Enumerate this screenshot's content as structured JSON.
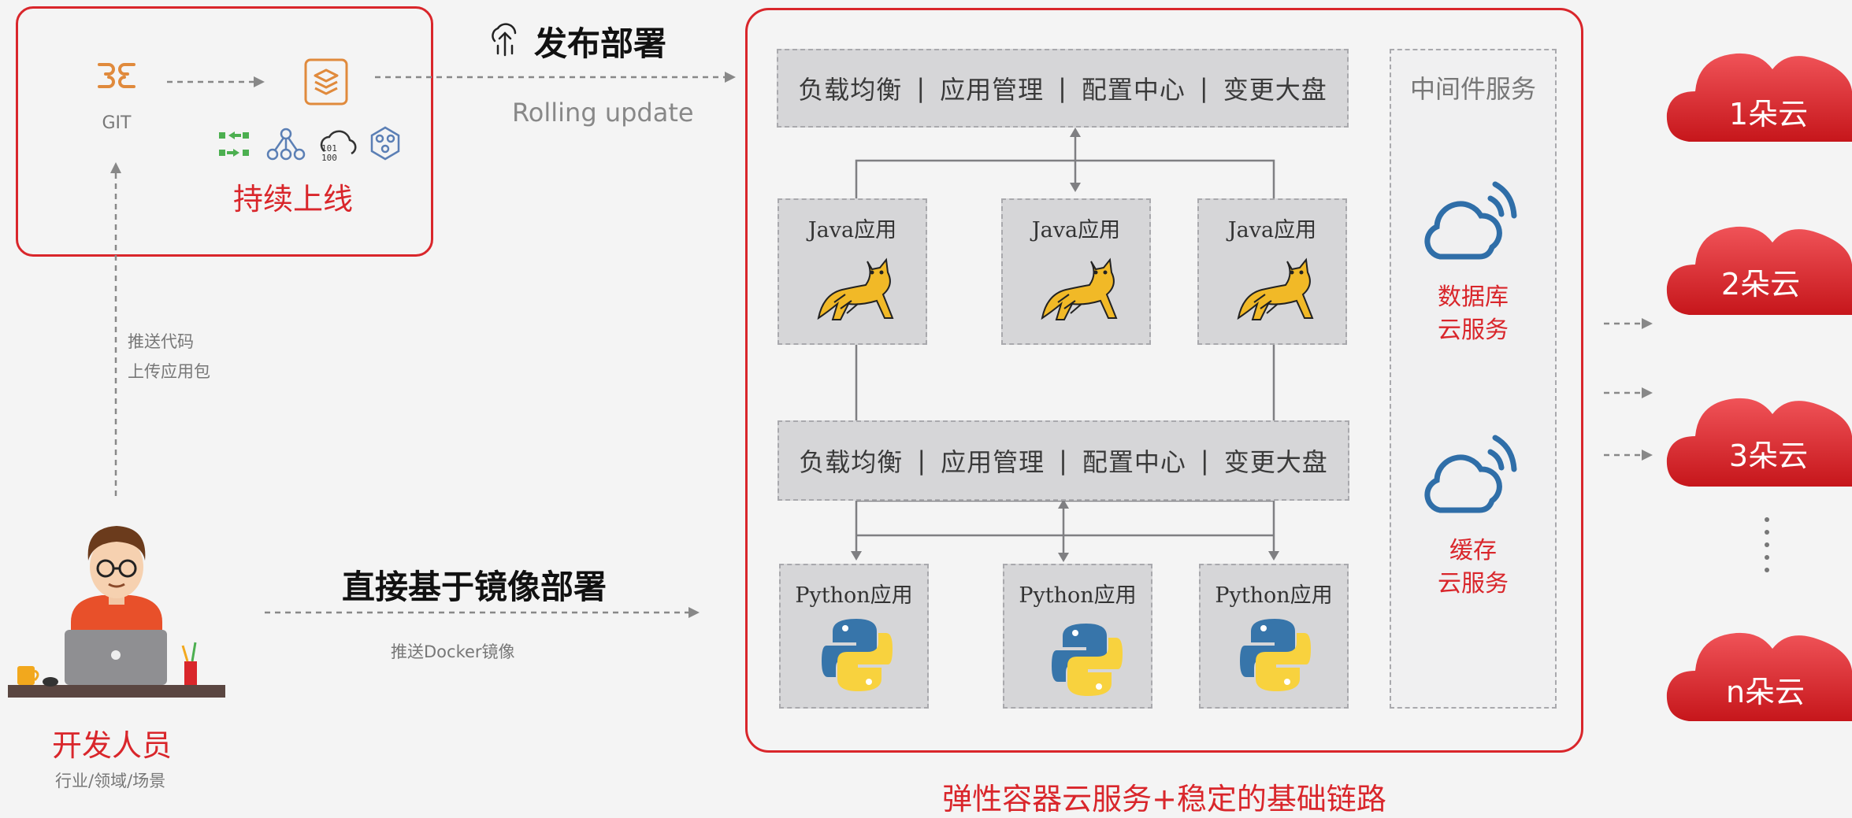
{
  "top_panel": {
    "git_label": "GIT",
    "title": "持续上线"
  },
  "deploy": {
    "title": "发布部署",
    "subtitle": "Rolling update"
  },
  "developer": {
    "push_lines": [
      "推送代码",
      "上传应用包"
    ],
    "name": "开发人员",
    "sub": "行业/领域/场景"
  },
  "image_deploy": {
    "title": "直接基于镜像部署",
    "sub": "推送Docker镜像"
  },
  "cluster": {
    "bars": [
      [
        "负载均衡",
        "应用管理",
        "配置中心",
        "变更大盘"
      ],
      [
        "负载均衡",
        "应用管理",
        "配置中心",
        "变更大盘"
      ]
    ],
    "java_apps": [
      "Java应用",
      "Java应用",
      "Java应用"
    ],
    "python_apps": [
      "Python应用",
      "Python应用",
      "Python应用"
    ],
    "footer": "弹性容器云服务+稳定的基础链路"
  },
  "middleware": {
    "title": "中间件服务",
    "db": [
      "数据库",
      "云服务"
    ],
    "cache": [
      "缓存",
      "云服务"
    ]
  },
  "clouds": [
    "1朵云",
    "2朵云",
    "3朵云",
    "n朵云"
  ],
  "colors": {
    "accent_red": "#d9262b",
    "gray_box": "#d6d6d8",
    "cloud_icon_blue": "#2f6ea8"
  }
}
